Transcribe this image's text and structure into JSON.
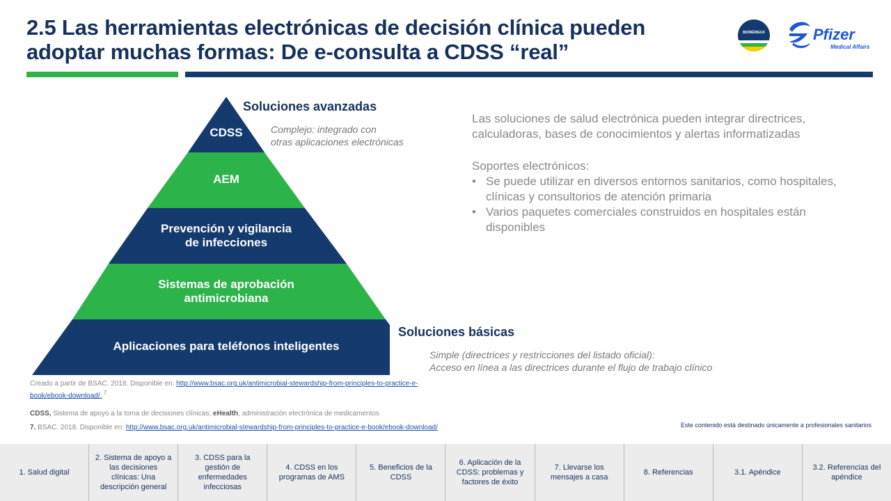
{
  "title_line1": "2.5 Las herramientas electrónicas de decisión clínica pueden",
  "title_line2": "adoptar muchas formas: De e-consulta a CDSS “real”",
  "logos": {
    "biomerieux_text": "BIOMÉRIEUX",
    "pfizer_text": "Pfizer",
    "pfizer_sub": "Medical Affairs"
  },
  "pyramid": {
    "tiers": [
      "CDSS",
      "AEM",
      "Prevención y vigilancia",
      "de infecciones",
      "Sistemas de aprobación",
      "antimicrobiana",
      "Aplicaciones para teléfonos inteligentes"
    ]
  },
  "advanced": {
    "heading": "Soluciones avanzadas",
    "note_line1": "Complejo: integrado con",
    "note_line2": "otras aplicaciones  electrónicas"
  },
  "basic": {
    "heading": "Soluciones básicas",
    "note_line1": "Simple (directrices  y restricciones del listado oficial):",
    "note_line2": "Acceso en línea a las directrices durante el flujo de trabajo clínico"
  },
  "right": {
    "intro": "Las soluciones de salud electrónica pueden integrar directrices, calculadoras, bases de conocimientos y alertas informatizadas",
    "supports_heading": "Soportes electrónicos:",
    "bullets": [
      "Se puede utilizar en diversos entornos sanitarios, como hospitales, clínicas y consultorios de atención primaria",
      "Varios paquetes comerciales construidos en hospitales están disponibles"
    ]
  },
  "footnotes": {
    "created_prefix": "Creado a partir de BSAC. 2018. Disponible en: ",
    "created_link_line1": "http://www.bsac.org.uk/antimicrobial-stewardship-from-principles-to-practice-e-",
    "created_link_line2": "book/ebook-download/.",
    "created_sup": " 7",
    "abbr_cdss": "CDSS,",
    "abbr_cdss_text": " Sistema de apoyo a la toma de decisiones clínicas; ",
    "abbr_ehealth": "eHealth",
    "abbr_ehealth_text": ", administración electrónica de medicamentos",
    "ref_num": "7.",
    "ref_text": " BSAC. 2018. Disponible en: ",
    "ref_link": "http://www.bsac.org.uk/antimicrobial-stewardship-from-principles-to-practice-e-book/ebook-download/",
    "disclaimer": "Este contenido está destinado únicamente a profesionales sanitarios"
  },
  "nav": [
    "1. Salud digital",
    "2. Sistema de apoyo a las decisiones clínicas: Una descripción general",
    "3. CDSS para la gestión de enfermedades infecciosas",
    "4. CDSS en los programas de AMS",
    "5. Beneficios de la CDSS",
    "6. Aplicación de la CDSS: problemas y factores de éxito",
    "7. Llevarse los mensajes a casa",
    "8. Referencias",
    "3.1. Apéndice",
    "3.2. Referencias del apéndice"
  ],
  "colors": {
    "navy": "#153a6e",
    "green": "#2cb34a",
    "title": "#16305c"
  }
}
